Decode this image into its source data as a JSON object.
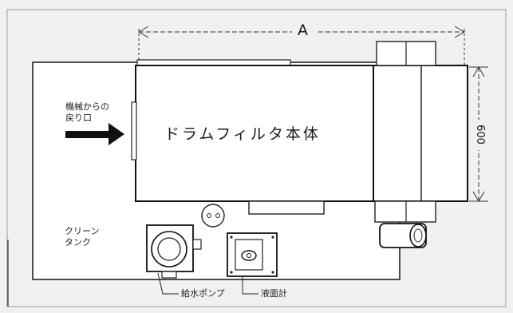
{
  "labels": {
    "return_port": "機械からの\n戻り口",
    "main_body": "ドラムフィルタ本体",
    "clean_tank": "クリーン\nタンク",
    "feed_pump": "給水ポンプ",
    "level_gauge": "液面計",
    "dim_a": "A",
    "dim_600": "600"
  }
}
